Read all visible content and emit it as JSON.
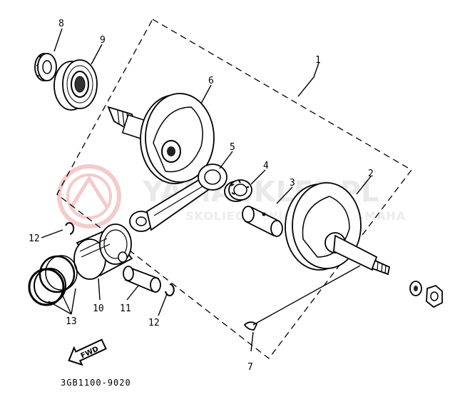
{
  "watermark": {
    "brand": "YAMASKLEP.PL",
    "tagline": "SKOLIECHOWICZ MOTOYAMAHA"
  },
  "part_numbers": {
    "p1": "1",
    "p2": "2",
    "p3": "3",
    "p4": "4",
    "p5": "5",
    "p6": "6",
    "p7": "7",
    "p8": "8",
    "p9": "9",
    "p10": "10",
    "p11": "11",
    "p12a": "12",
    "p12b": "12",
    "p13": "13"
  },
  "fwd_label": "FWD",
  "diagram_code": "3GB1100-9020"
}
